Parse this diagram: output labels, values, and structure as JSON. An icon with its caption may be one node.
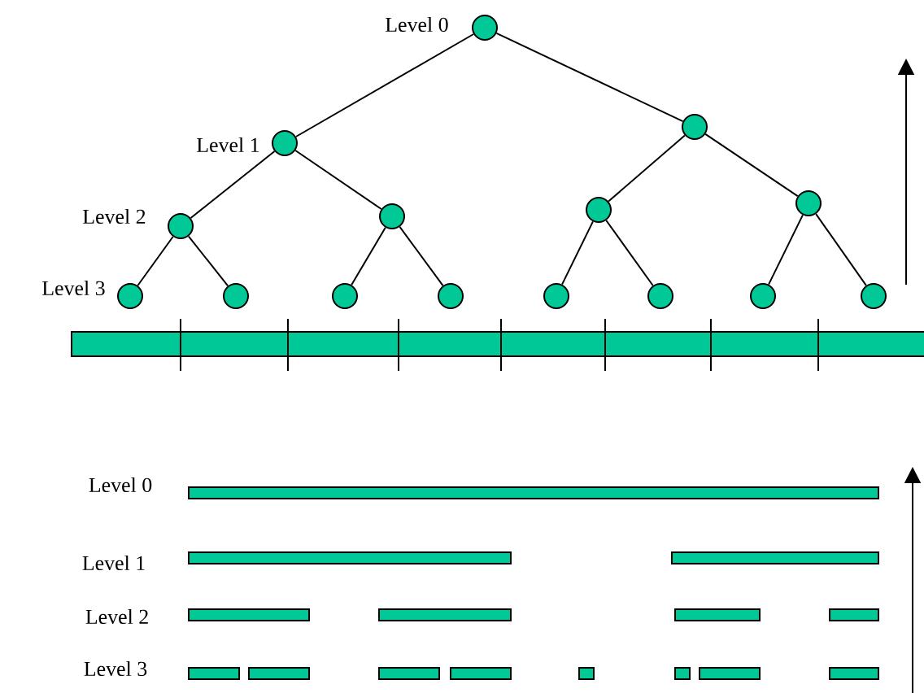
{
  "diagram": {
    "nodes": [
      {
        "text": [],
        "shape": "circle"
      },
      {
        "text": [],
        "shape": "circle"
      },
      {
        "text": [],
        "shape": "circle"
      },
      {
        "text": [],
        "shape": "circle"
      },
      {
        "text": [],
        "shape": "circle"
      },
      {
        "text": [],
        "shape": "circle"
      },
      {
        "text": [],
        "shape": "circle"
      },
      {
        "text": [],
        "shape": "circle"
      },
      {
        "text": [],
        "shape": "circle"
      },
      {
        "text": [],
        "shape": "circle"
      },
      {
        "text": [],
        "shape": "circle"
      },
      {
        "text": [],
        "shape": "circle"
      },
      {
        "text": [],
        "shape": "circle"
      },
      {
        "text": [],
        "shape": "circle"
      },
      {
        "text": [],
        "shape": "circle"
      }
    ],
    "edges": [
      {
        "from": 0,
        "to": 1,
        "arrow": "none"
      },
      {
        "from": 0,
        "to": 2,
        "arrow": "none"
      },
      {
        "from": 1,
        "to": 3,
        "arrow": "none"
      },
      {
        "from": 1,
        "to": 4,
        "arrow": "none"
      },
      {
        "from": 2,
        "to": 5,
        "arrow": "none"
      },
      {
        "from": 2,
        "to": 6,
        "arrow": "none"
      },
      {
        "from": 3,
        "to": 7,
        "arrow": "none"
      },
      {
        "from": 3,
        "to": 8,
        "arrow": "none"
      },
      {
        "from": 4,
        "to": 9,
        "arrow": "none"
      },
      {
        "from": 4,
        "to": 10,
        "arrow": "none"
      },
      {
        "from": 5,
        "to": 11,
        "arrow": "none"
      },
      {
        "from": 5,
        "to": 12,
        "arrow": "none"
      },
      {
        "from": 6,
        "to": 13,
        "arrow": "none"
      },
      {
        "from": 6,
        "to": 14,
        "arrow": "none"
      }
    ],
    "labels": [
      "Level 0",
      "Level 1",
      "Level 2",
      "Level 3",
      "Level 0",
      "Level 1",
      "Level 2",
      "Level 3"
    ]
  }
}
